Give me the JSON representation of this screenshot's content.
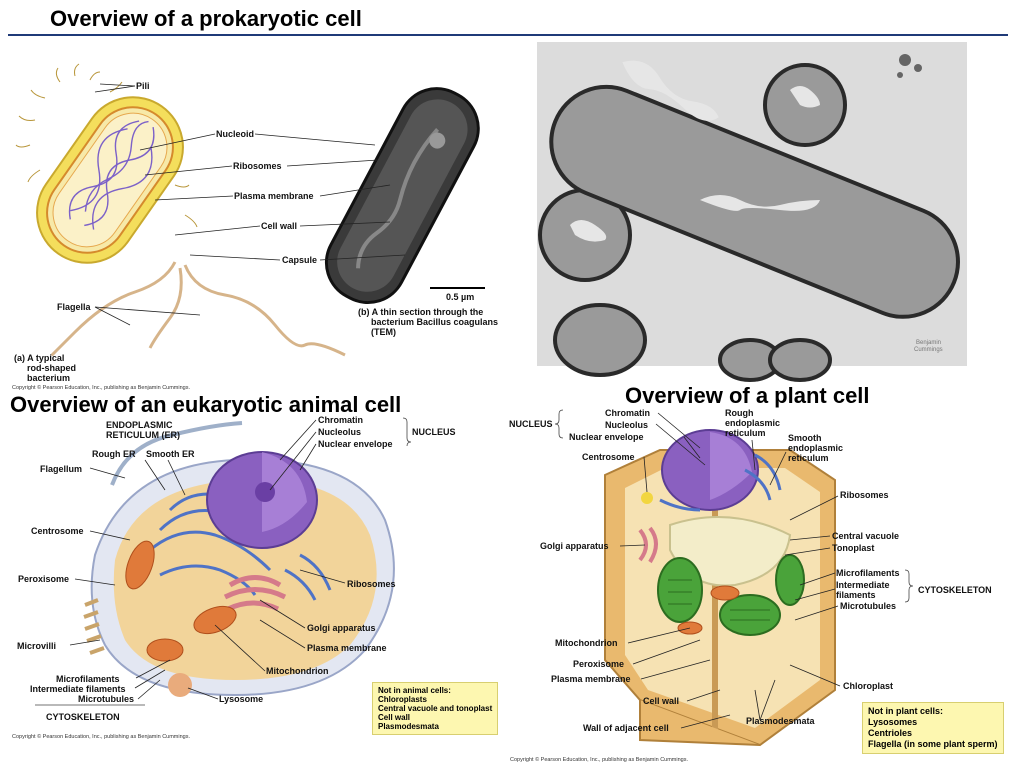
{
  "slide_title": "Overview of a prokaryotic cell",
  "animal_title": "Overview of an eukaryotic animal cell",
  "plant_title": "Overview of a plant cell",
  "prokaryote": {
    "labels": {
      "pili": "Pili",
      "nucleoid": "Nucleoid",
      "ribosomes": "Ribosomes",
      "plasma_membrane": "Plasma membrane",
      "cell_wall": "Cell wall",
      "capsule": "Capsule",
      "flagella": "Flagella",
      "scale": "0.5 µm"
    },
    "caption_a": [
      "(a) A typical",
      "rod-shaped",
      "bacterium"
    ],
    "caption_b": [
      "(b) A thin section through the",
      "bacterium Bacillus coagulans",
      "(TEM)"
    ],
    "copyright": "Copyright © Pearson Education, Inc., publishing as Benjamin Cummings."
  },
  "micrograph": {
    "watermark": [
      "Benjamin",
      "Cummings"
    ]
  },
  "animal": {
    "labels": {
      "er": [
        "ENDOPLASMIC",
        "RETICULUM (ER)"
      ],
      "rough_er": "Rough ER",
      "smooth_er": "Smooth ER",
      "flagellum": "Flagellum",
      "centrosome": "Centrosome",
      "peroxisome": "Peroxisome",
      "microvilli": "Microvilli",
      "microfilaments": "Microfilaments",
      "intermediate_filaments": "Intermediate filaments",
      "microtubules": "Microtubules",
      "cytoskeleton": "CYTOSKELETON",
      "chromatin": "Chromatin",
      "nucleolus": "Nucleolus",
      "nuclear_envelope": "Nuclear envelope",
      "nucleus": "NUCLEUS",
      "ribosomes": "Ribosomes",
      "golgi": "Golgi apparatus",
      "plasma_membrane": "Plasma membrane",
      "mitochondrion": "Mitochondrion",
      "lysosome": "Lysosome"
    },
    "note": [
      "Not in animal cells:",
      "Chloroplasts",
      "Central vacuole and tonoplast",
      "Cell wall",
      "Plasmodesmata"
    ],
    "copyright": "Copyright © Pearson Education, Inc., publishing as Benjamin Cummings."
  },
  "plant": {
    "labels": {
      "nucleus": "NUCLEUS",
      "chromatin": "Chromatin",
      "nucleolus": "Nucleolus",
      "nuclear_envelope": "Nuclear envelope",
      "centrosome": "Centrosome",
      "rough_er": [
        "Rough",
        "endoplasmic",
        "reticulum"
      ],
      "smooth_er": [
        "Smooth",
        "endoplasmic",
        "reticulum"
      ],
      "ribosomes": "Ribosomes",
      "central_vacuole": "Central vacuole",
      "tonoplast": "Tonoplast",
      "golgi": "Golgi apparatus",
      "microfilaments": "Microfilaments",
      "intermediate_filaments": [
        "Intermediate",
        "filaments"
      ],
      "microtubules": "Microtubules",
      "cytoskeleton": "CYTOSKELETON",
      "mitochondrion": "Mitochondrion",
      "peroxisome": "Peroxisome",
      "plasma_membrane": "Plasma membrane",
      "chloroplast": "Chloroplast",
      "cell_wall": "Cell wall",
      "plasmodesmata": "Plasmodesmata",
      "wall_adjacent": "Wall of adjacent cell"
    },
    "note": [
      "Not in plant cells:",
      "Lysosomes",
      "Centrioles",
      "Flagella (in some plant sperm)"
    ],
    "copyright": "Copyright © Pearson Education, Inc., publishing as Benjamin Cummings."
  },
  "colors": {
    "rule": "#1f3a78",
    "note_bg": "#fdf7b0",
    "bacterium": "#f5e06a",
    "nucleus": "#8b5bb8",
    "er": "#5b7fc4",
    "chloroplast": "#4aa33a",
    "mitochondrion": "#e07a3a"
  }
}
